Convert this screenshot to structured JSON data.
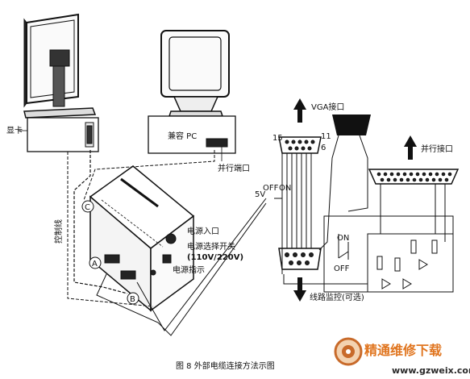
{
  "left_diagram": {
    "display_card_label": "显卡",
    "pc_label": "兼容 PC",
    "parallel_port_label": "并行端口",
    "control_line_label": "控制线",
    "power_input_label": "电源入口",
    "power_select_label": "电源选择开关",
    "power_select_values": "(110V/220V)",
    "power_indicator_label": "电源指示",
    "marker_a": "A",
    "marker_b": "B",
    "marker_c": "C"
  },
  "right_diagram": {
    "vga_label": "VGA接口",
    "parallel_label": "并行接口",
    "line_monitor_label": "线路监控(可选)",
    "pin_15": "15",
    "pin_6": "6",
    "pin_11": "11",
    "voltage_label": "5V",
    "switch_off_label": "OFF",
    "switch_on_label": "ON",
    "relay_on_label": "ON",
    "relay_off_label": "OFF"
  },
  "caption": "图 8 外部电缆连接方法示图",
  "watermark": {
    "text": "精通维修下载",
    "url": "www.gzweix.com"
  }
}
